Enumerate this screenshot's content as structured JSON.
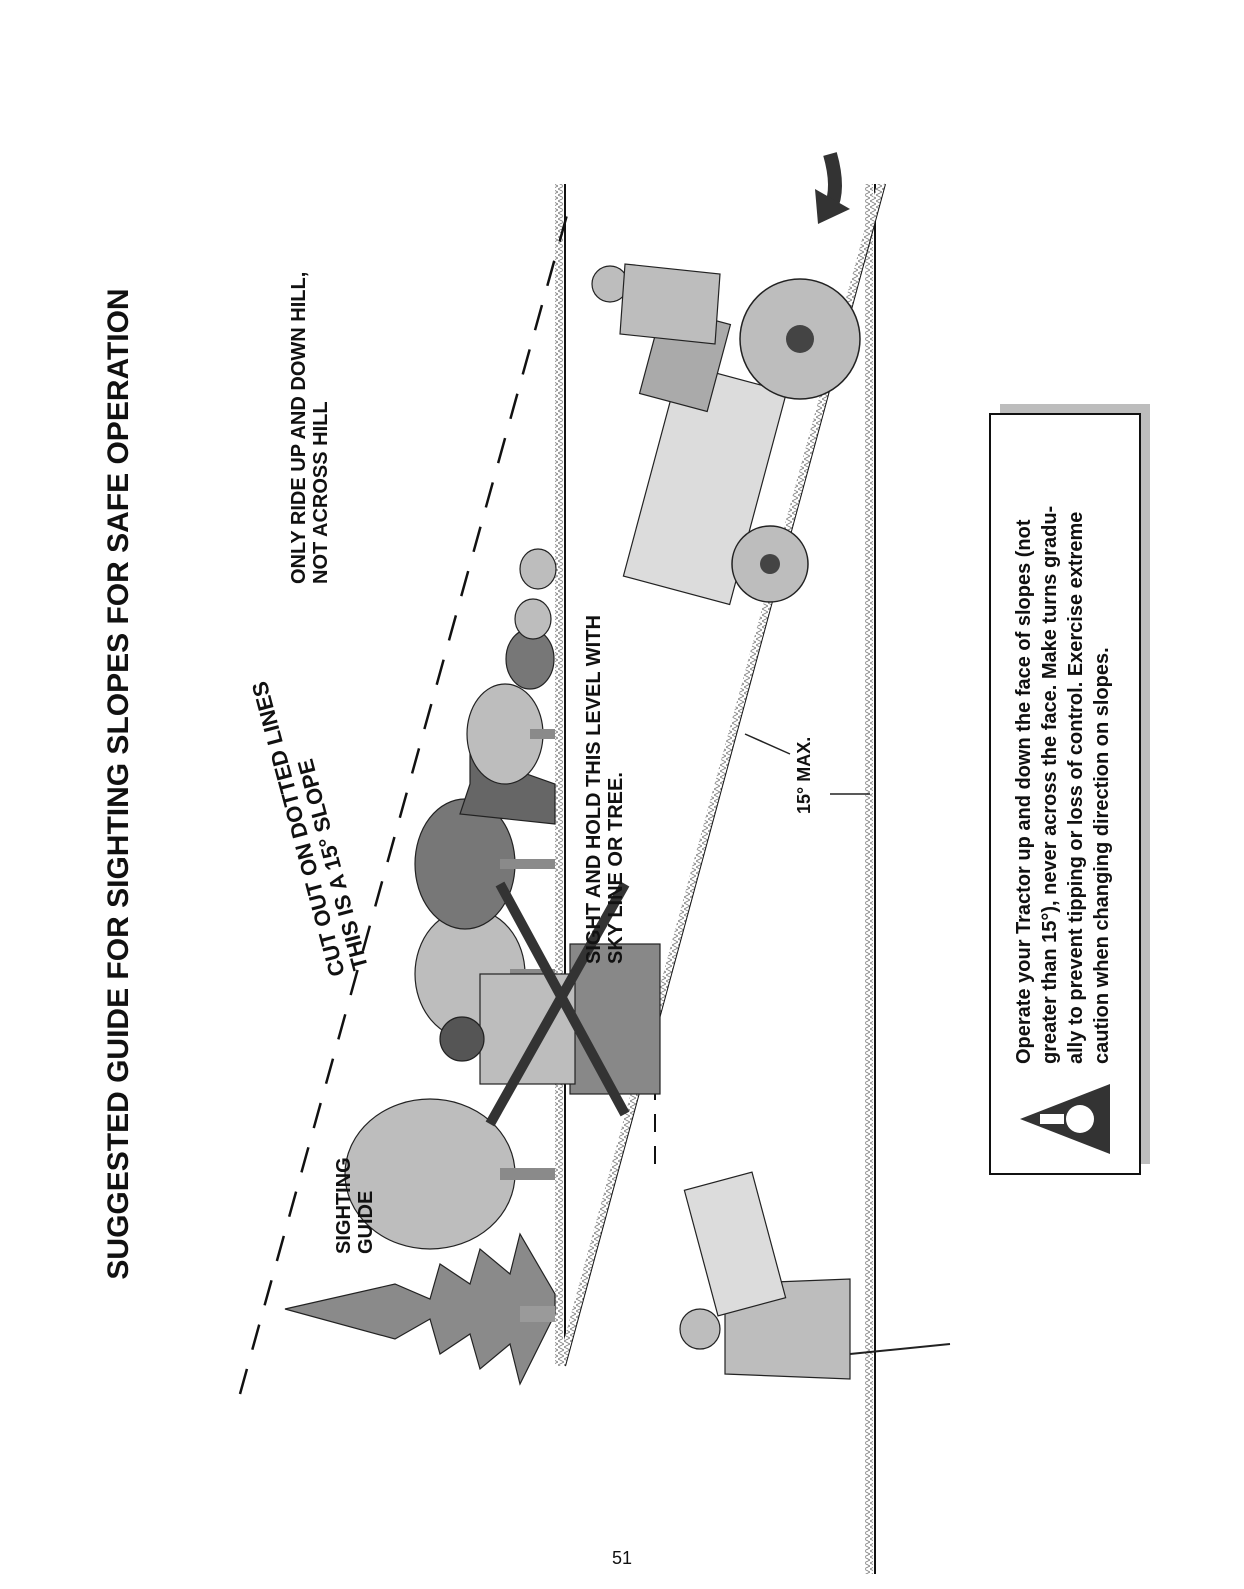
{
  "title": "SUGGESTED GUIDE FOR SIGHTING SLOPES FOR SAFE OPERATION",
  "sighting_guide": {
    "line1": "SIGHTING",
    "line2": "GUIDE"
  },
  "cut_out": {
    "line1": "CUT OUT ON DOTTED LINES",
    "line2": "THIS IS A 15° SLOPE"
  },
  "ride_note": {
    "line1": "ONLY RIDE UP AND DOWN HILL,",
    "line2": "NOT ACROSS HILL"
  },
  "sight_note": {
    "line1": "SIGHT AND HOLD THIS LEVEL WITH",
    "line2": "SKY LINE OR TREE."
  },
  "max_angle": "15° MAX.",
  "warning": {
    "line1": "Operate your Tractor up and down the face of slopes (not",
    "line2": "greater than 15°), never across the face. Make turns gradu-",
    "line3": "ally to prevent tipping or loss of control. Exercise extreme",
    "line4": "caution when changing direction on slopes."
  },
  "page_number": "51",
  "icons": {
    "warning": "warning-triangle-icon",
    "arrow": "direction-arrow-icon"
  }
}
